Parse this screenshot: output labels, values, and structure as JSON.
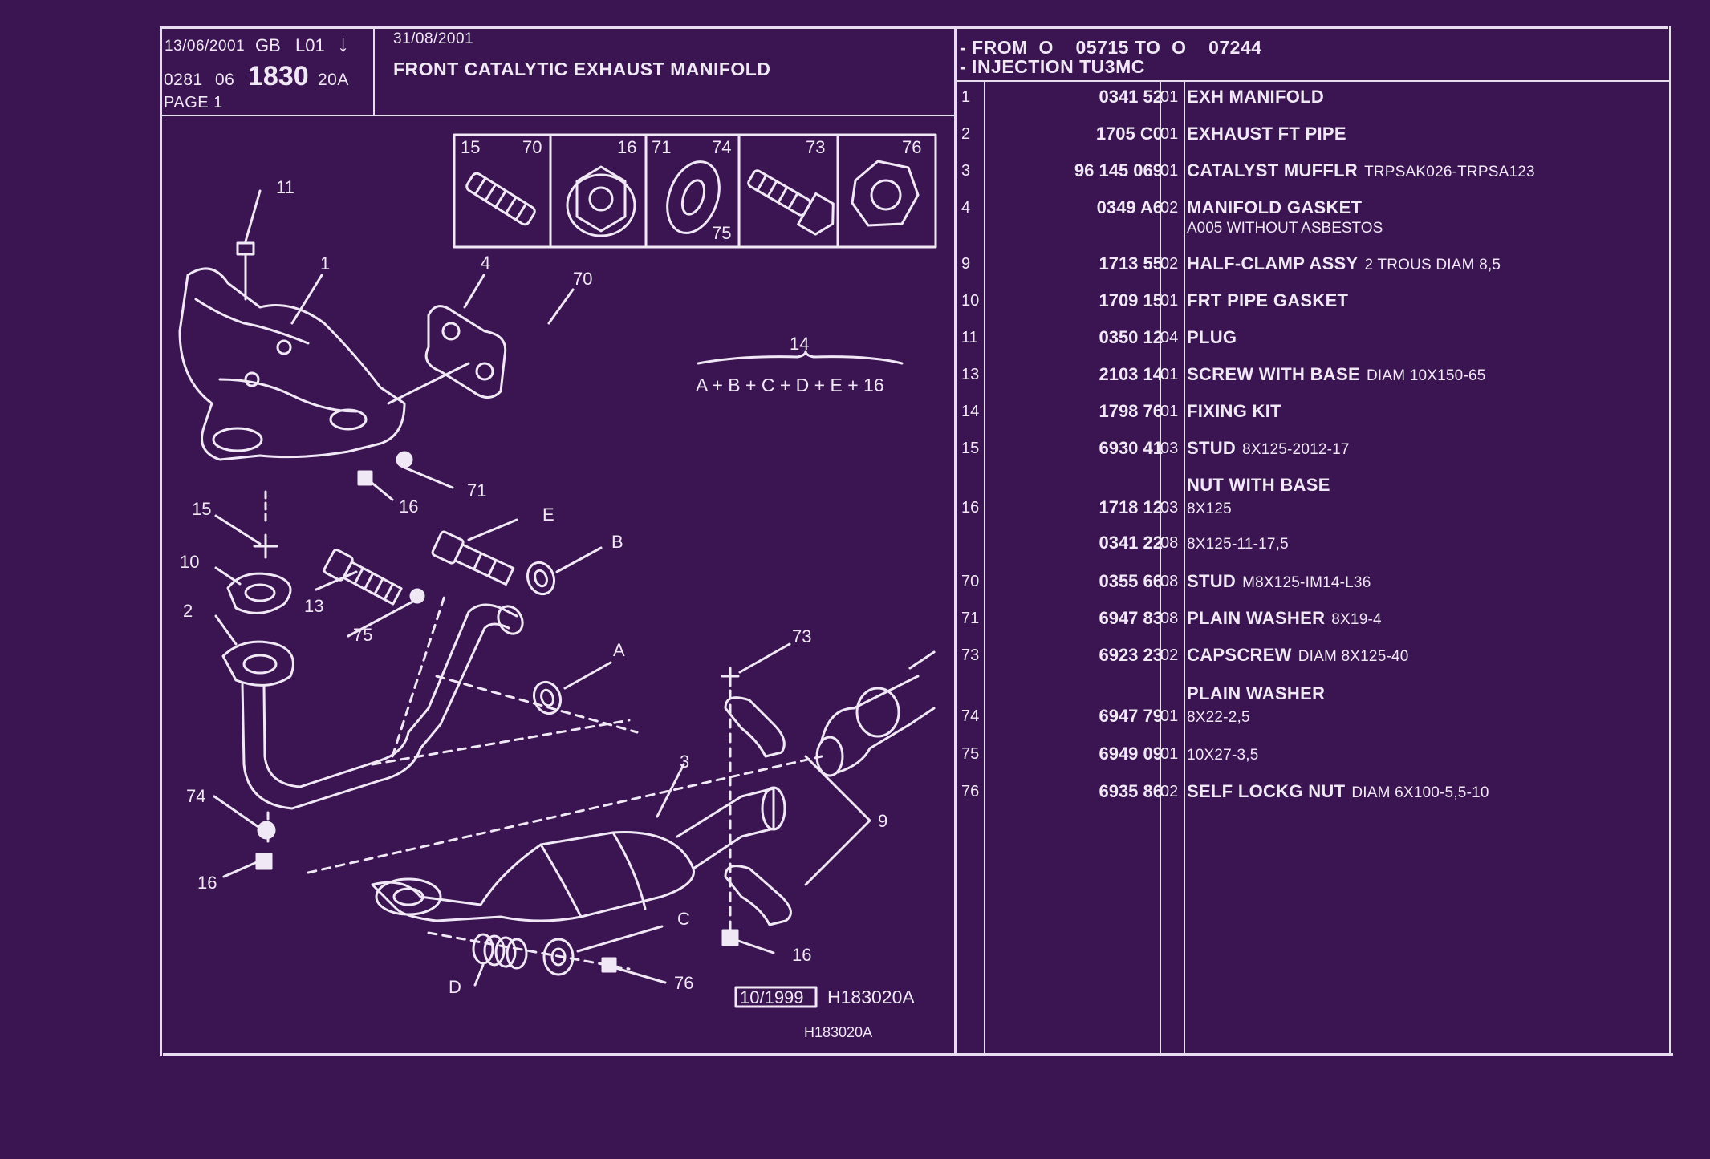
{
  "header": {
    "date_left": "13/06/2001",
    "lang": "GB",
    "level": "L01",
    "arrow": "↓",
    "code_prefix": "0281",
    "code_mid": "06",
    "code_main": "1830",
    "code_suffix": "20A",
    "page": "PAGE 1",
    "date_right": "31/08/2001",
    "title": "FRONT CATALYTIC EXHAUST MANIFOLD",
    "condition_1": "- FROM  O    05715 TO  O    07244",
    "condition_2": "- INJECTION TU3MC"
  },
  "diagram": {
    "inset_labels": [
      "15",
      "70",
      "16",
      "71",
      "74",
      "75",
      "73",
      "76"
    ],
    "callouts": [
      "11",
      "1",
      "4",
      "70",
      "14",
      "A + B + C + D + E + 16",
      "71",
      "16",
      "15",
      "E",
      "B",
      "10",
      "13",
      "75",
      "2",
      "A",
      "73",
      "3",
      "74",
      "9",
      "16",
      "C",
      "16",
      "D",
      "76"
    ],
    "date_box": "10/1999",
    "ref_code": "H183020A",
    "ref_code_small": "H183020A"
  },
  "parts": [
    {
      "ref": "1",
      "number": "0341 52",
      "qty": "01",
      "name": "EXH MANIFOLD",
      "spec": "",
      "sub": ""
    },
    {
      "ref": "2",
      "number": "1705 C0",
      "qty": "01",
      "name": "EXHAUST FT PIPE",
      "spec": "",
      "sub": ""
    },
    {
      "ref": "3",
      "number": "96 145 069",
      "qty": "01",
      "name": "CATALYST MUFFLR",
      "spec": "TRPSAK026-TRPSA123",
      "sub": ""
    },
    {
      "ref": "4",
      "number": "0349 A6",
      "qty": "02",
      "name": "MANIFOLD GASKET",
      "spec": "",
      "sub": "A005 WITHOUT ASBESTOS"
    },
    {
      "ref": "9",
      "number": "1713 55",
      "qty": "02",
      "name": "HALF-CLAMP ASSY",
      "spec": "2 TROUS DIAM 8,5",
      "sub": ""
    },
    {
      "ref": "10",
      "number": "1709 15",
      "qty": "01",
      "name": "FRT PIPE GASKET",
      "spec": "",
      "sub": ""
    },
    {
      "ref": "11",
      "number": "0350 12",
      "qty": "04",
      "name": "PLUG",
      "spec": "",
      "sub": ""
    },
    {
      "ref": "13",
      "number": "2103 14",
      "qty": "01",
      "name": "SCREW WITH BASE",
      "spec": "DIAM 10X150-65",
      "sub": ""
    },
    {
      "ref": "14",
      "number": "1798 76",
      "qty": "01",
      "name": "FIXING KIT",
      "spec": "",
      "sub": ""
    },
    {
      "ref": "15",
      "number": "6930 41",
      "qty": "03",
      "name": "STUD",
      "spec": "8X125-2012-17",
      "sub": ""
    },
    {
      "ref": "",
      "number": "",
      "qty": "",
      "name": "NUT WITH BASE",
      "spec": "",
      "sub": ""
    },
    {
      "ref": "16",
      "number": "1718 12",
      "qty": "03",
      "name": "",
      "spec": "8X125",
      "sub": ""
    },
    {
      "ref": "",
      "number": "0341 22",
      "qty": "08",
      "name": "",
      "spec": "8X125-11-17,5",
      "sub": ""
    },
    {
      "ref": "70",
      "number": "0355 66",
      "qty": "08",
      "name": "STUD",
      "spec": "M8X125-IM14-L36",
      "sub": ""
    },
    {
      "ref": "71",
      "number": "6947 83",
      "qty": "08",
      "name": "PLAIN WASHER",
      "spec": "8X19-4",
      "sub": ""
    },
    {
      "ref": "73",
      "number": "6923 23",
      "qty": "02",
      "name": "CAPSCREW",
      "spec": "DIAM 8X125-40",
      "sub": ""
    },
    {
      "ref": "",
      "number": "",
      "qty": "",
      "name": "PLAIN WASHER",
      "spec": "",
      "sub": ""
    },
    {
      "ref": "74",
      "number": "6947 79",
      "qty": "01",
      "name": "",
      "spec": "8X22-2,5",
      "sub": ""
    },
    {
      "ref": "75",
      "number": "6949 09",
      "qty": "01",
      "name": "",
      "spec": "10X27-3,5",
      "sub": ""
    },
    {
      "ref": "76",
      "number": "6935 86",
      "qty": "02",
      "name": "SELF LOCKG NUT",
      "spec": "DIAM 6X100-5,5-10",
      "sub": ""
    }
  ],
  "colors": {
    "background": "#3b1552",
    "ink": "#f1e8f6"
  }
}
